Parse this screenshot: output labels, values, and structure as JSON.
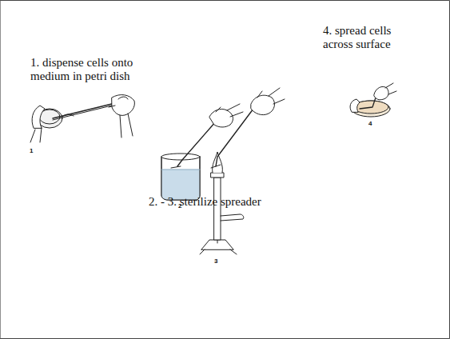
{
  "diagram": {
    "labels": [
      "1. dispense cells onto medium in petri dish",
      "4. spread cells across surface",
      "2. - 3. sterilize spreader",
      "1",
      "2",
      "3",
      "4"
    ]
  }
}
